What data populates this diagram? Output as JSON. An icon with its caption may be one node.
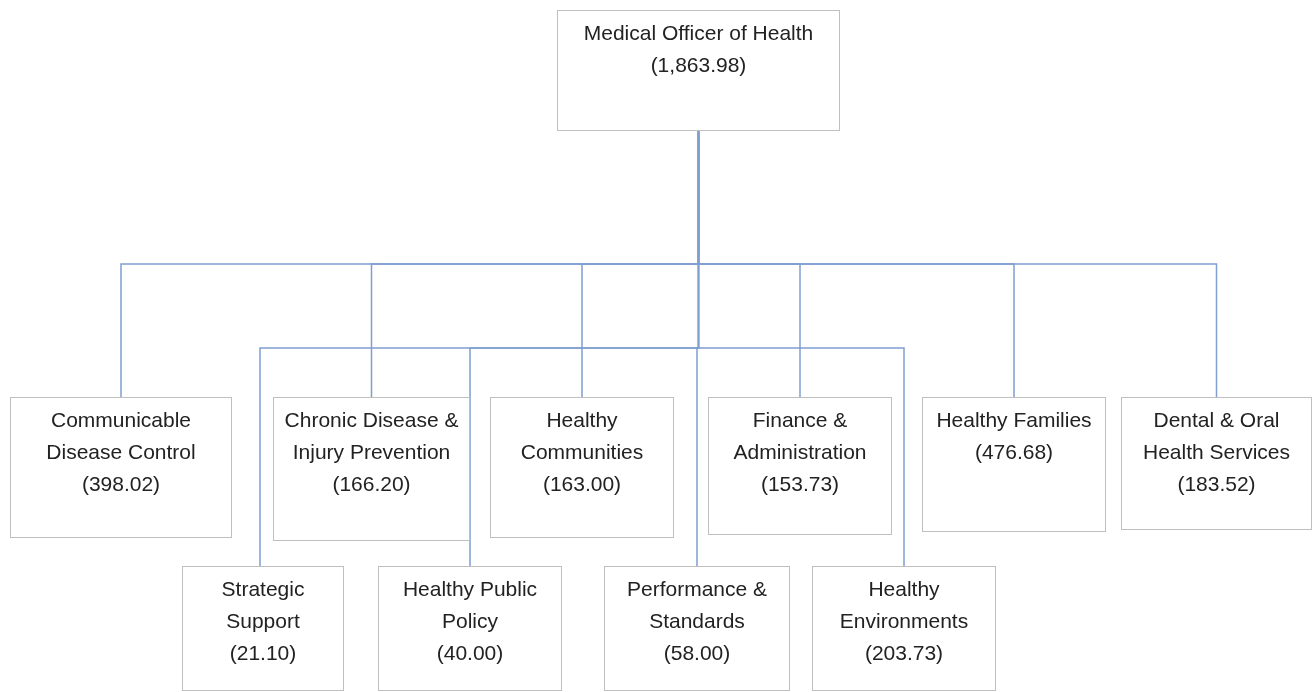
{
  "diagram": {
    "nodes": [
      {
        "text": [
          "Medical Officer of Health",
          "(1,863.98)"
        ]
      },
      {
        "text": [
          "Communicable Disease Control",
          "(398.02)"
        ]
      },
      {
        "text": [
          "Chronic Disease & Injury Prevention",
          "(166.20)"
        ]
      },
      {
        "text": [
          "Healthy Communities",
          "(163.00)"
        ]
      },
      {
        "text": [
          "Finance & Administration",
          "(153.73)"
        ]
      },
      {
        "text": [
          "Healthy Families",
          "(476.68)"
        ]
      },
      {
        "text": [
          "Dental & Oral Health Services",
          "(183.52)"
        ]
      },
      {
        "text": [
          "Strategic Support",
          "(21.10)"
        ]
      },
      {
        "text": [
          "Healthy Public Policy",
          "(40.00)"
        ]
      },
      {
        "text": [
          "Performance & Standards",
          "(58.00)"
        ]
      },
      {
        "text": [
          "Healthy Environments",
          "(203.73)"
        ]
      }
    ],
    "edges": [
      {
        "from": 0,
        "to": 1,
        "arrow": "none"
      },
      {
        "from": 0,
        "to": 7,
        "arrow": "none"
      },
      {
        "from": 0,
        "to": 2,
        "arrow": "none"
      },
      {
        "from": 0,
        "to": 3,
        "arrow": "none"
      },
      {
        "from": 0,
        "to": 4,
        "arrow": "none"
      },
      {
        "from": 0,
        "to": 5,
        "arrow": "none"
      },
      {
        "from": 0,
        "to": 6,
        "arrow": "none"
      },
      {
        "from": 0,
        "to": 8,
        "arrow": "none"
      },
      {
        "from": 0,
        "to": 9,
        "arrow": "none"
      },
      {
        "from": 0,
        "to": 10,
        "arrow": "none"
      }
    ]
  }
}
